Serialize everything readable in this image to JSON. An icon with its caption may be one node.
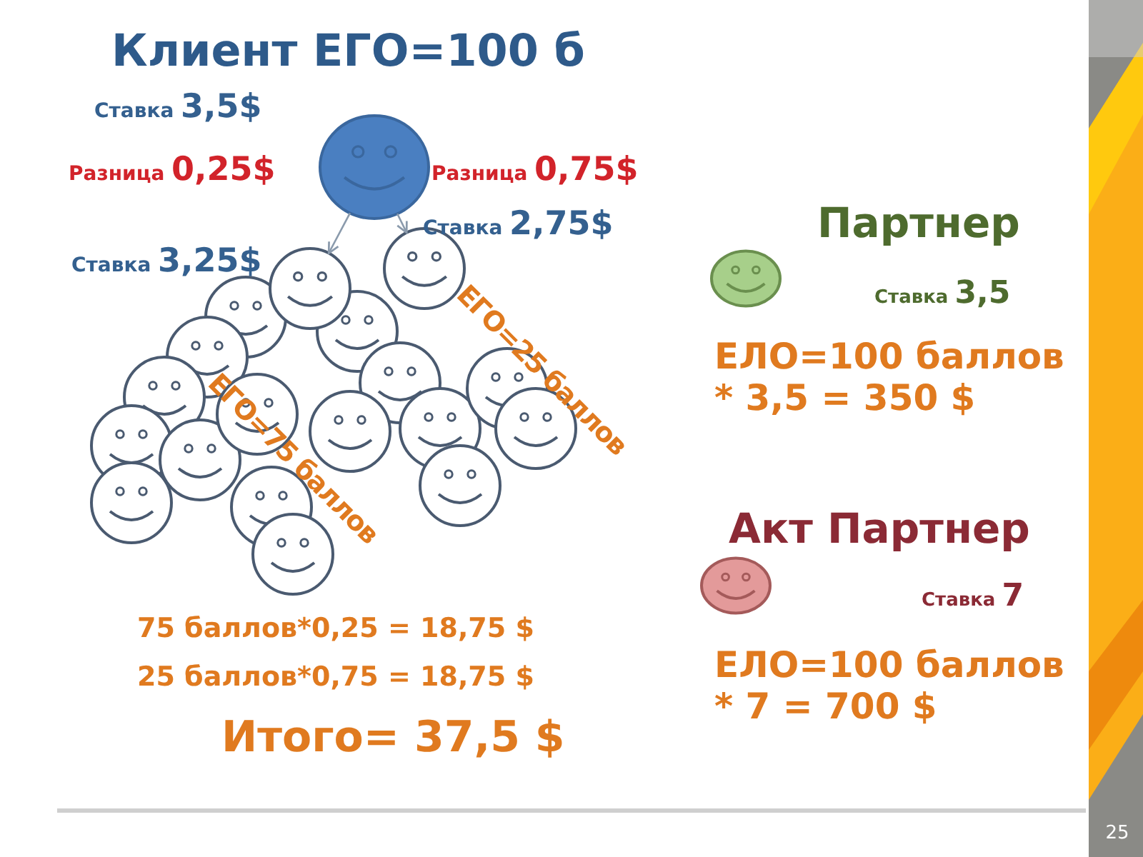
{
  "diagram": {
    "title": "Клиент ЕГО=100 б",
    "nodes": [
      {
        "text": [],
        "shape": "circle"
      },
      {
        "text": [],
        "shape": "circle"
      },
      {
        "text": [],
        "shape": "circle"
      }
    ],
    "edges": [
      {
        "from": 0,
        "to": 1,
        "arrow": "to"
      },
      {
        "from": 0,
        "to": 2,
        "arrow": "to"
      }
    ],
    "labels": [
      "Ставка **3,5$**",
      "Разница **0,25$**",
      "Разница **0,75$**",
      "Ставка **2,75$**",
      "Ставка **3,25$**",
      "ЕГО=25 баллов",
      "ЕГО=75 баллов",
      "Партнер",
      "Ставка **3,5**",
      "ЕЛО=100 баллов * 3,5 = 350 $",
      "Акт Партнер",
      "Ставка **7**",
      "ЕЛО=100 баллов * 7 = 700 $",
      "75 баллов*0,25 = 18,75 $",
      "25 баллов*0,75 = 18,75 $",
      "Итого= 37,5 $",
      "25"
    ]
  }
}
